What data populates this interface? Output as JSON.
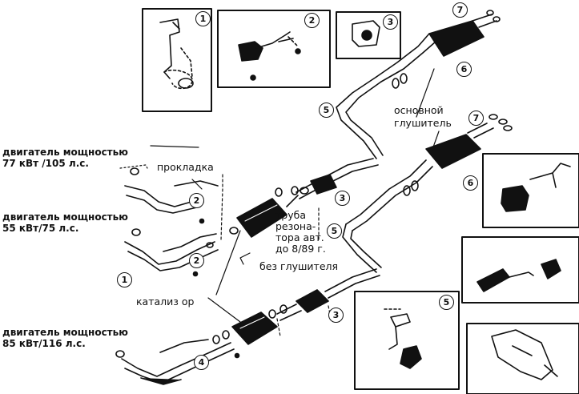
{
  "labels": {
    "engine_77": "двигатель мощностью",
    "engine_77_power": "77 кВт /105 л.с.",
    "engine_55": "двигатель мощностью",
    "engine_55_power": "55 кВт/75 л.с.",
    "engine_85": "двигатель мощностью",
    "engine_85_power": "85 кВт/116 л.с.",
    "gasket": "прокладка",
    "catalyst": "катализ ор",
    "resonator_pipe_1": "труба",
    "resonator_pipe_2": "резона-",
    "resonator_pipe_3": "тора авт.",
    "resonator_pipe_4": "до 8/89 г.",
    "without_muffler": "без глушителя",
    "main_muffler_1": "основной",
    "main_muffler_2": "глушитель"
  },
  "callouts": {
    "n1": "1",
    "n2": "2",
    "n3": "3",
    "n4": "4",
    "n5": "5",
    "n6": "6",
    "n7": "7"
  },
  "colors": {
    "ink": "#111111",
    "background": "#ffffff"
  }
}
